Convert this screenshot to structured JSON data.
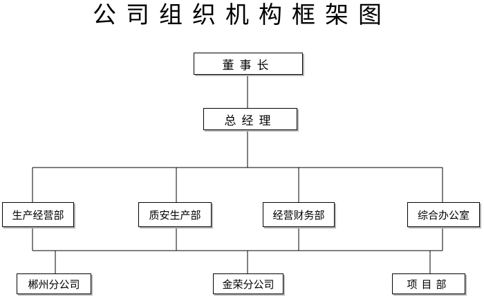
{
  "title": "公司组织机构框架图",
  "chairman": "董事长",
  "general_manager": "总经理",
  "departments": [
    "生产经营部",
    "质安生产部",
    "经营财务部",
    "综合办公室"
  ],
  "branches": [
    "郴州分公司",
    "金荣分公司",
    "项目部"
  ]
}
